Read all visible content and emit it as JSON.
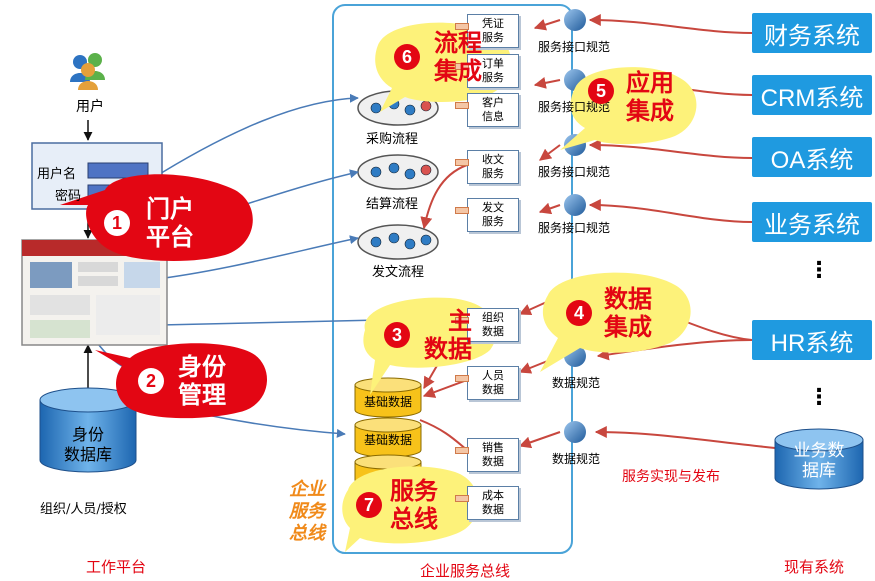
{
  "existing_systems": [
    "财务系统",
    "CRM系统",
    "OA系统",
    "业务系统",
    "HR系统"
  ],
  "ellipsis": "⋮",
  "business_db": [
    "业务数",
    "据库"
  ],
  "services": {
    "voucher": [
      "凭证",
      "服务"
    ],
    "order": [
      "订单",
      "服务"
    ],
    "customer": [
      "客户",
      "信息"
    ],
    "receive": [
      "收文",
      "服务"
    ],
    "send": [
      "发文",
      "服务"
    ],
    "org": [
      "组织",
      "数据"
    ],
    "person": [
      "人员",
      "数据"
    ],
    "sales": [
      "销售",
      "数据"
    ],
    "cost": [
      "成本",
      "数据"
    ]
  },
  "interface_labels": {
    "iface": "服务接口规范",
    "data_spec": "数据规范",
    "publish": "服务实现与发布"
  },
  "processes": [
    "采购流程",
    "结算流程",
    "发文流程"
  ],
  "base_data_label": "基础数据",
  "user_label": "用户",
  "login": {
    "username_label": "用户名",
    "password_label": "密码"
  },
  "identity_db": [
    "身份",
    "数据库"
  ],
  "org_auth_label": "组织/人员/授权",
  "esb_side_label": [
    "企业",
    "服务",
    "总线"
  ],
  "bottom_captions": {
    "left": "工作平台",
    "middle": "企业服务总线",
    "right": "现有系统"
  },
  "callouts": [
    {
      "num": "1",
      "lines": [
        "门户",
        "平台"
      ]
    },
    {
      "num": "2",
      "lines": [
        "身份",
        "管理"
      ]
    },
    {
      "num": "3",
      "lines": [
        "主",
        "数据"
      ]
    },
    {
      "num": "4",
      "lines": [
        "数据",
        "集成"
      ]
    },
    {
      "num": "5",
      "lines": [
        "应用",
        "集成"
      ]
    },
    {
      "num": "6",
      "lines": [
        "流程",
        "集成"
      ]
    },
    {
      "num": "7",
      "lines": [
        "服务",
        "总线"
      ]
    }
  ],
  "colors": {
    "system_box": "#1f9ae0",
    "callout_red": "#e30613",
    "callout_yellow": "#fdf27a",
    "connector_red": "#c8473e",
    "connector_blue": "#4a7bb7"
  }
}
